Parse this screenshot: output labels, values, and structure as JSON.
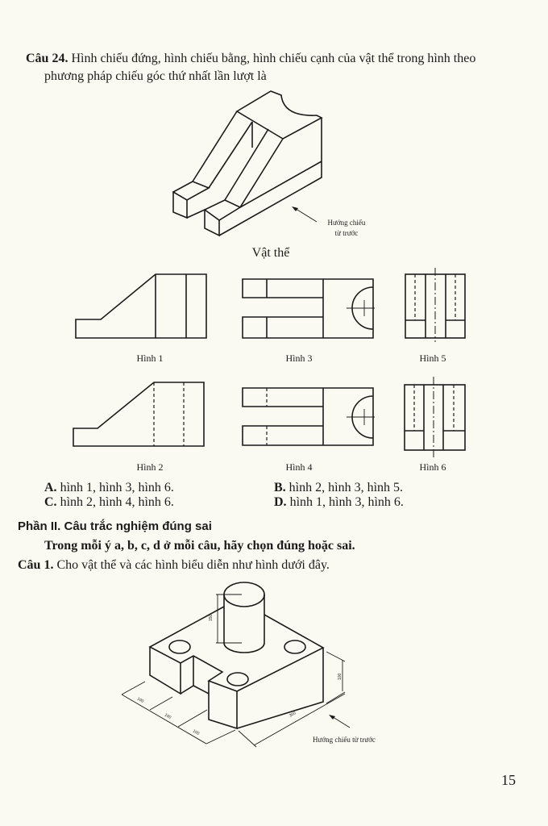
{
  "q24": {
    "number": "Câu 24.",
    "text_line1": "Hình chiếu đứng, hình chiếu bằng, hình chiếu cạnh của vật thể trong hình theo",
    "text_line2": "phương pháp chiếu góc thứ nhất lần lượt là",
    "direction_label_1": "Hướng chiếu",
    "direction_label_2": "từ trước",
    "object_caption": "Vật thể",
    "figures": [
      "Hình 1",
      "Hình 2",
      "Hình 3",
      "Hình 4",
      "Hình 5",
      "Hình 6"
    ],
    "options": [
      {
        "letter": "A.",
        "text": "hình 1, hình 3, hình 6."
      },
      {
        "letter": "B.",
        "text": "hình 2, hình 3, hình 5."
      },
      {
        "letter": "C.",
        "text": "hình 2, hình 4, hình 6."
      },
      {
        "letter": "D.",
        "text": "hình 1, hình 3, hình 6."
      }
    ]
  },
  "part2": {
    "heading": "Phần II. Câu trắc nghiệm đúng sai",
    "instruction": "Trong mỗi ý a, b, c, d ở mỗi câu, hãy chọn đúng hoặc sai.",
    "q1_number": "Câu 1.",
    "q1_text": "Cho vật thể và các hình biểu diễn như hình dưới đây.",
    "direction_label": "Hướng chiếu từ trước",
    "dimensions": [
      "150",
      "100",
      "100",
      "100",
      "100",
      "300"
    ]
  },
  "page_number": "15"
}
